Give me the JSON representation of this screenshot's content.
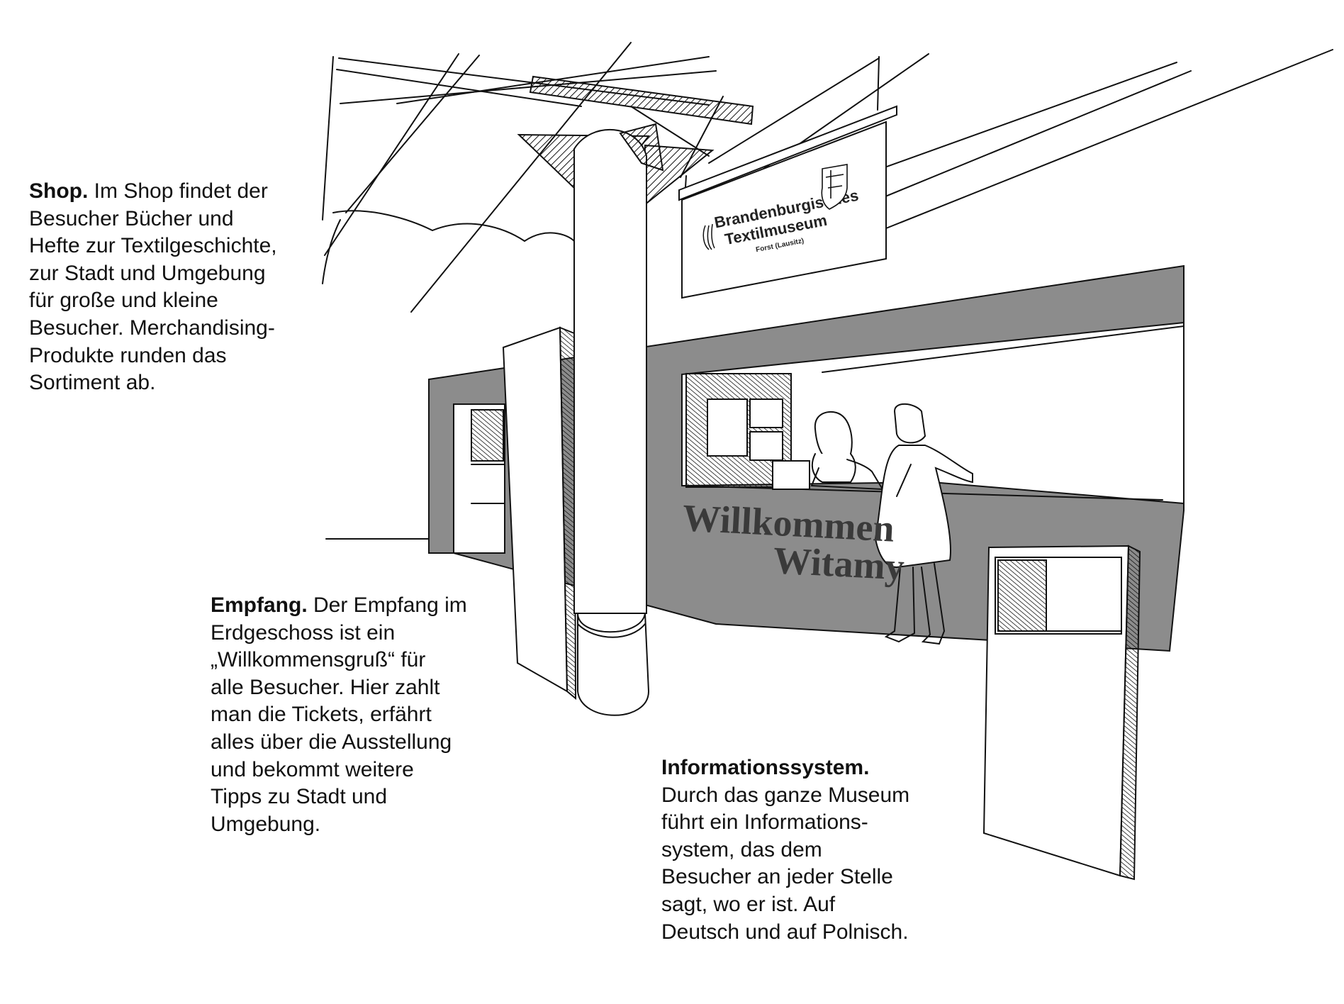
{
  "captions": {
    "shop": {
      "lead": "Shop.",
      "lines": [
        " Im Shop findet der",
        "Besucher Bücher und",
        "Hefte zur Textilgeschichte,",
        "zur Stadt und Umgebung",
        "für große und kleine",
        "Besucher. Merchandising-",
        "Produkte runden das",
        "Sortiment ab."
      ]
    },
    "empfang": {
      "lead": "Empfang.",
      "lines": [
        " Der Empfang im",
        "Erdgeschoss ist ein",
        "„Willkommensgruß“ für",
        "alle Besucher. Hier zahlt",
        "man die Tickets, erfährt",
        "alles über die Ausstellung",
        "und bekommt weitere",
        "Tipps zu Stadt und",
        "Umgebung."
      ]
    },
    "info": {
      "lead": "Informationssystem.",
      "lines": [
        "Durch das ganze Museum",
        "führt ein Informations-",
        "system, das dem",
        "Besucher an jeder Stelle",
        "sagt, wo er ist. Auf",
        "Deutsch und auf Polnisch."
      ]
    }
  },
  "banner": {
    "line1": "Brandenburgisches",
    "line2": "Textilmuseum",
    "line3": "Forst (Lausitz)"
  },
  "wall_lettering": {
    "line1": "Willkommen",
    "line2": "Witamy"
  },
  "colors": {
    "ink": "#111111",
    "wall_gray": "#8c8c8c",
    "paper": "#ffffff"
  }
}
